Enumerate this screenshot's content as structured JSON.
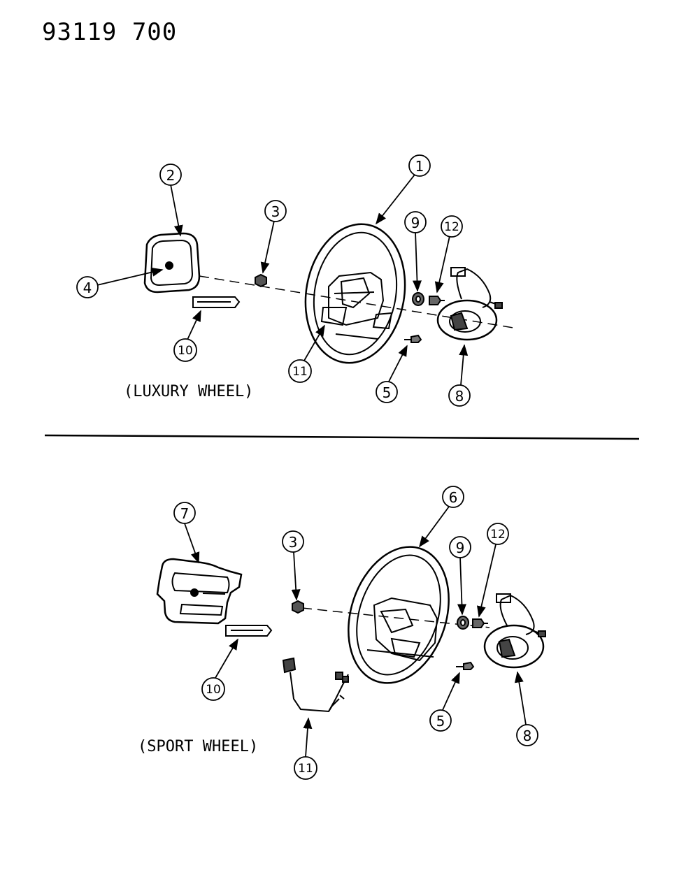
{
  "doc_number": "93119 700",
  "luxury": {
    "caption": "(LUXURY WHEEL)",
    "callouts": {
      "c1": "1",
      "c2": "2",
      "c3": "3",
      "c4": "4",
      "c5": "5",
      "c8": "8",
      "c9": "9",
      "c10": "10",
      "c11": "11",
      "c12": "12"
    }
  },
  "sport": {
    "caption": "(SPORT WHEEL)",
    "callouts": {
      "c3": "3",
      "c5": "5",
      "c6": "6",
      "c7": "7",
      "c8": "8",
      "c9": "9",
      "c10": "10",
      "c11": "11",
      "c12": "12"
    }
  }
}
